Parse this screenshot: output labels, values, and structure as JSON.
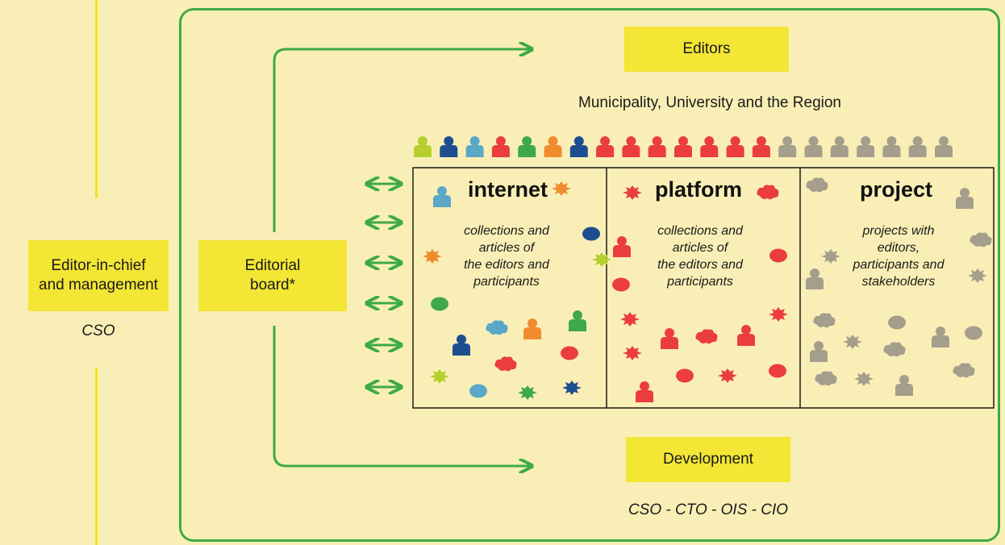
{
  "left": {
    "box_label_line1": "Editor-in-chief",
    "box_label_line2": "and management",
    "sub_label": "CSO"
  },
  "board": {
    "label_line1": "Editorial",
    "label_line2": "board*"
  },
  "editors": {
    "label": "Editors",
    "subtitle": "Municipality, University and the Region"
  },
  "development": {
    "label": "Development",
    "subtitle": "CSO - CTO - OIS - CIO"
  },
  "panels": [
    {
      "title": "internet",
      "desc": [
        "collections and",
        "articles of",
        "the editors and",
        "participants"
      ]
    },
    {
      "title": "platform",
      "desc": [
        "collections and",
        "articles of",
        "the editors and",
        "participants"
      ]
    },
    {
      "title": "project",
      "desc": [
        "projects with",
        "editors,",
        "participants and",
        "stakeholders"
      ]
    }
  ],
  "people_row": [
    "lime",
    "navy",
    "lightblue",
    "red",
    "green",
    "orange",
    "navy",
    "red",
    "red",
    "red",
    "red",
    "red",
    "red",
    "red",
    "grey",
    "grey",
    "grey",
    "grey",
    "grey",
    "grey",
    "grey"
  ],
  "colors": {
    "background": "#f9efb6",
    "highlight_yellow": "#f3e634",
    "frame_green": "#3eaa46",
    "lime": "#b5cf2e",
    "navy": "#1d4e8f",
    "lightblue": "#5aa7c7",
    "red": "#ec3d3d",
    "green": "#3fa84a",
    "orange": "#f08c2f",
    "grey": "#a59e8d"
  },
  "icons": {
    "person": "person-icon",
    "starburst": "starburst-icon",
    "cloud": "cloud-icon",
    "ellipse": "ellipse-icon",
    "arrow": "double-arrow-icon"
  }
}
